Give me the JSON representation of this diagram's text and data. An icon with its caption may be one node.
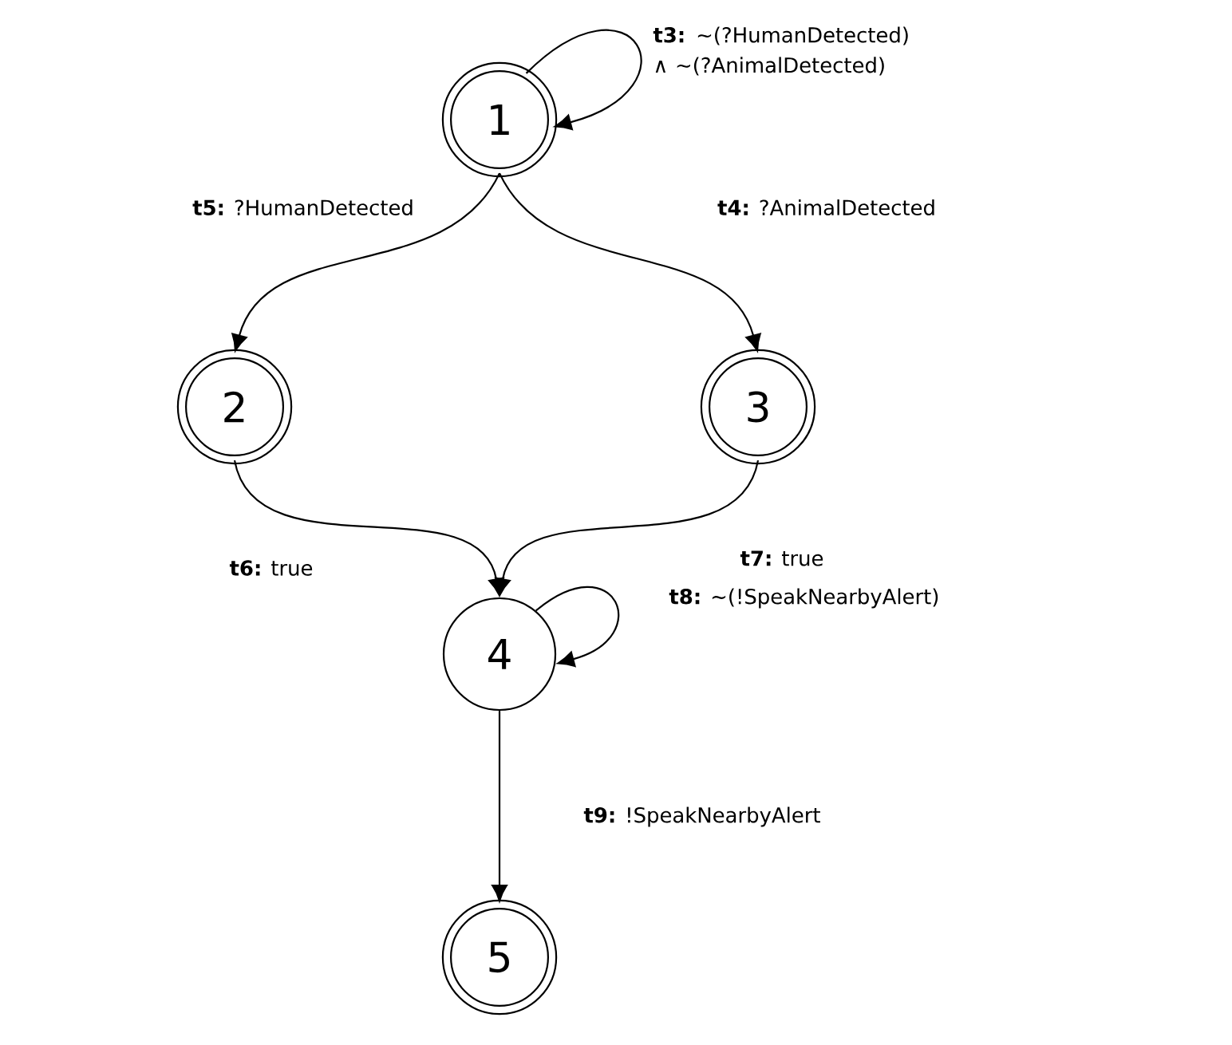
{
  "diagram": {
    "nodes": [
      {
        "text": [
          "1"
        ]
      },
      {
        "text": [
          "2"
        ]
      },
      {
        "text": [
          "3"
        ]
      },
      {
        "text": [
          "4"
        ]
      },
      {
        "text": [
          "5"
        ]
      }
    ],
    "edges": [
      {
        "from": 0,
        "to": 0,
        "arrow": "to",
        "label": "**t3:** ~(?HumanDetected) ∧ ~(?AnimalDetected)"
      },
      {
        "from": 0,
        "to": 1,
        "arrow": "to",
        "label": "**t5:** ?HumanDetected"
      },
      {
        "from": 0,
        "to": 2,
        "arrow": "to",
        "label": "**t4:** ?AnimalDetected"
      },
      {
        "from": 1,
        "to": 3,
        "arrow": "to",
        "label": "**t6:** true"
      },
      {
        "from": 2,
        "to": 3,
        "arrow": "to",
        "label": "**t7:** true"
      },
      {
        "from": 3,
        "to": 3,
        "arrow": "to",
        "label": "**t8:** ~(!SpeakNearbyAlert)"
      },
      {
        "from": 3,
        "to": 4,
        "arrow": "to",
        "label": "**t9:** !SpeakNearbyAlert"
      }
    ]
  }
}
